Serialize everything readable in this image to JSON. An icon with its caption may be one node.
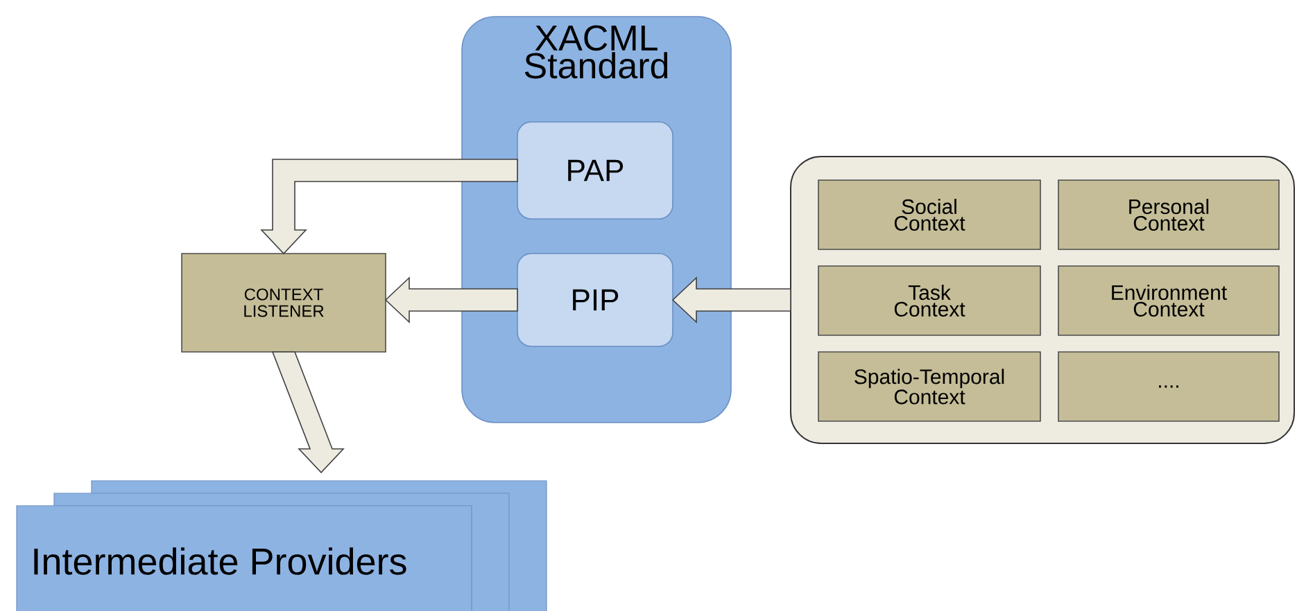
{
  "diagram": {
    "nodes": [
      {
        "text": [
          "XACML Standard"
        ]
      },
      {
        "text": [
          "PAP"
        ],
        "in": 0
      },
      {
        "text": [
          "PIP"
        ],
        "in": 0
      },
      {
        "text": [],
        "shape": "box"
      },
      {
        "text": [
          "Social Context"
        ],
        "in": 3
      },
      {
        "text": [
          "Personal Context"
        ],
        "in": 3
      },
      {
        "text": [
          "Task Context"
        ],
        "in": 3
      },
      {
        "text": [
          "Environment Context"
        ],
        "in": 3
      },
      {
        "text": [
          "Spatio-Temporal Context"
        ],
        "in": 3
      },
      {
        "text": [
          "...."
        ],
        "in": 3
      },
      {
        "text": [
          "CONTEXT LISTENER"
        ]
      },
      {
        "text": [
          "Intermediate Providers"
        ]
      }
    ],
    "edges": [
      {
        "from": 1,
        "to": 10,
        "arrow": "to"
      },
      {
        "from": 2,
        "to": 10,
        "arrow": "to"
      },
      {
        "from": 3,
        "to": 2,
        "arrow": "to"
      },
      {
        "from": 10,
        "to": 11,
        "arrow": "to"
      }
    ]
  }
}
